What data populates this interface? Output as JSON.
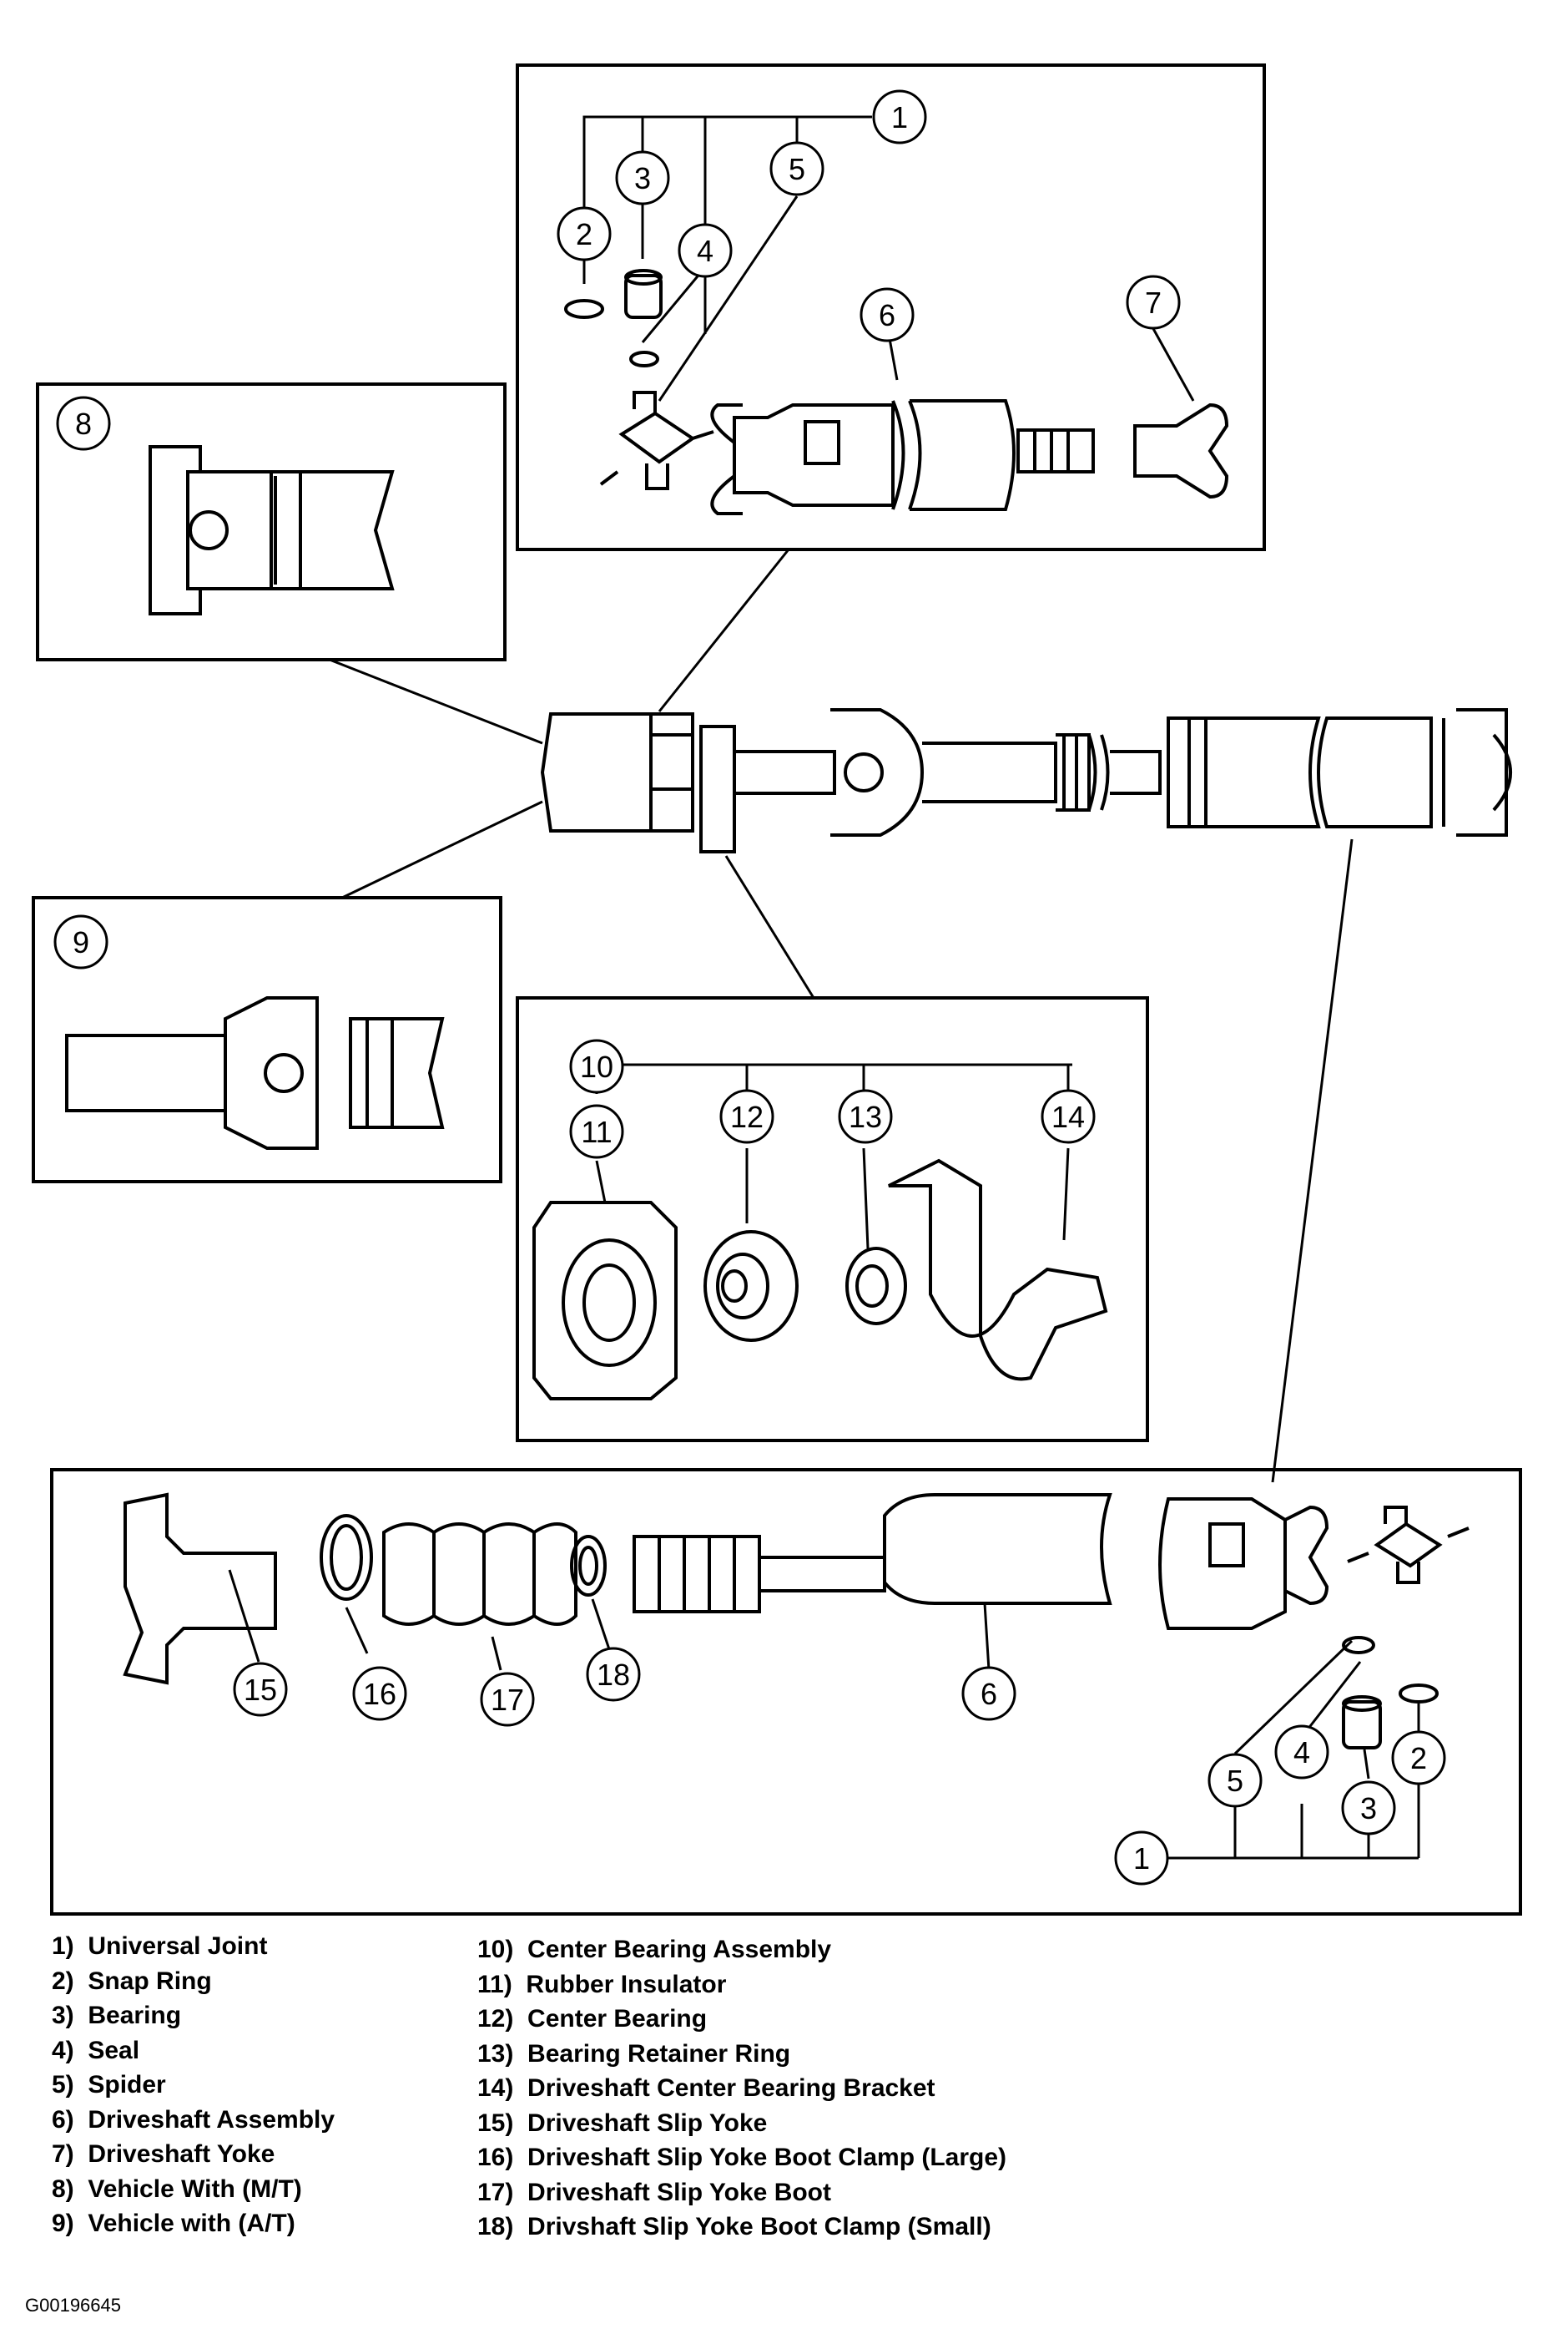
{
  "callouts": {
    "top": [
      "1",
      "2",
      "3",
      "4",
      "5",
      "6",
      "7"
    ],
    "left_mt": "8",
    "left_at": "9",
    "center": [
      "10",
      "11",
      "12",
      "13",
      "14"
    ],
    "bottom": [
      "15",
      "16",
      "17",
      "18",
      "6",
      "5",
      "4",
      "3",
      "2",
      "1"
    ]
  },
  "legend_left": [
    {
      "num": "1)",
      "label": "Universal Joint"
    },
    {
      "num": "2)",
      "label": "Snap Ring"
    },
    {
      "num": "3)",
      "label": "Bearing"
    },
    {
      "num": "4)",
      "label": "Seal"
    },
    {
      "num": "5)",
      "label": "Spider"
    },
    {
      "num": "6)",
      "label": "Driveshaft Assembly"
    },
    {
      "num": "7)",
      "label": "Driveshaft Yoke"
    },
    {
      "num": "8)",
      "label": "Vehicle With (M/T)"
    },
    {
      "num": "9)",
      "label": "Vehicle with (A/T)"
    }
  ],
  "legend_right": [
    {
      "num": "10)",
      "label": "Center Bearing Assembly"
    },
    {
      "num": "11)",
      "label": "Rubber Insulator"
    },
    {
      "num": "12)",
      "label": "Center Bearing"
    },
    {
      "num": "13)",
      "label": "Bearing Retainer Ring"
    },
    {
      "num": "14)",
      "label": "Driveshaft Center Bearing Bracket"
    },
    {
      "num": "15)",
      "label": "Driveshaft Slip Yoke"
    },
    {
      "num": "16)",
      "label": "Driveshaft Slip Yoke Boot Clamp (Large)"
    },
    {
      "num": "17)",
      "label": "Driveshaft Slip Yoke Boot"
    },
    {
      "num": "18)",
      "label": "Drivshaft Slip Yoke Boot Clamp (Small)"
    }
  ],
  "figure_code": "G00196645"
}
